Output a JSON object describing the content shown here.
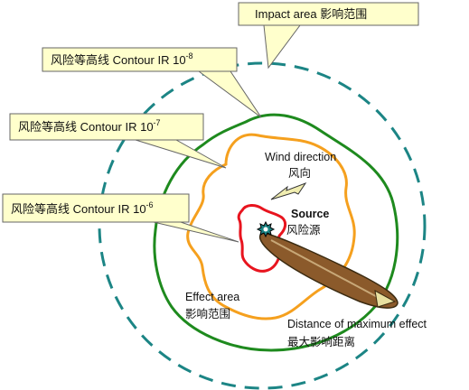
{
  "callouts": {
    "impact": {
      "text": "Impact area 影响范围"
    },
    "ir8": {
      "text": "风险等高线 Contour IR 10",
      "sup": "-8"
    },
    "ir7": {
      "text": "风险等高线 Contour IR 10",
      "sup": "-7"
    },
    "ir6": {
      "text": "风险等高线 Contour IR 10",
      "sup": "-6"
    }
  },
  "labels": {
    "wind_en": "Wind direction",
    "wind_zh": "风向",
    "source_en": "Source",
    "source_zh": "风险源",
    "effect_en": "Effect area",
    "effect_zh": "影响范围",
    "distance_en": "Distance of maximum effect",
    "distance_zh": "最大影响距离"
  },
  "colors": {
    "callout_fill": "#FFFFCC",
    "impact_circle": "#1C8585",
    "contour_ir8": "#1E8A1E",
    "contour_ir7": "#F5A01E",
    "contour_ir6": "#E8141E",
    "plume": "#8B5A2B",
    "wind_arrow": "#F0EDB0",
    "source_marker": "#1C8585"
  }
}
